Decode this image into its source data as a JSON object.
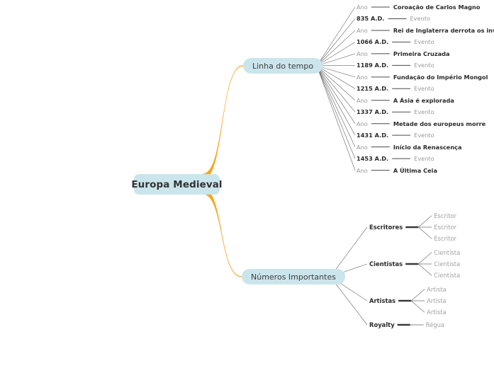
{
  "diagram": {
    "type": "mind-map",
    "root": {
      "label": "Europa Medieval"
    },
    "colors": {
      "node_fill": "#cbe5ec",
      "root_branch_connector": "#f5a623",
      "sub_connector": "#6e6e6e",
      "text_dark": "#2b2b2b",
      "text_muted": "#9a9a9a"
    },
    "branches": [
      {
        "label": "Linha do tempo",
        "children": [
          {
            "left": "Ano",
            "left_style": "muted",
            "right": "Coroação de Carlos Magno",
            "right_style": "dark"
          },
          {
            "left": "835 A.D.",
            "left_style": "dark",
            "right": "Evento",
            "right_style": "muted"
          },
          {
            "left": "Ano",
            "left_style": "muted",
            "right": "Rei de Inglaterra derrota os invasores",
            "right_style": "dark"
          },
          {
            "left": "1066 A.D.",
            "left_style": "dark",
            "right": "Evento",
            "right_style": "muted"
          },
          {
            "left": "Ano",
            "left_style": "muted",
            "right": "Primeira Cruzada",
            "right_style": "dark"
          },
          {
            "left": "1189 A.D.",
            "left_style": "dark",
            "right": "Evento",
            "right_style": "muted"
          },
          {
            "left": "Ano",
            "left_style": "muted",
            "right": "Fundação do Império Mongol",
            "right_style": "dark"
          },
          {
            "left": "1215 A.D.",
            "left_style": "dark",
            "right": "Evento",
            "right_style": "muted"
          },
          {
            "left": "Ano",
            "left_style": "muted",
            "right": "A Ásia é explorada",
            "right_style": "dark"
          },
          {
            "left": "1337 A.D.",
            "left_style": "dark",
            "right": "Evento",
            "right_style": "muted"
          },
          {
            "left": "Ano",
            "left_style": "muted",
            "right": "Metade dos europeus morre",
            "right_style": "dark"
          },
          {
            "left": "1431 A.D.",
            "left_style": "dark",
            "right": "Evento",
            "right_style": "muted"
          },
          {
            "left": "Ano",
            "left_style": "muted",
            "right": "Início da Renascença",
            "right_style": "dark"
          },
          {
            "left": "1453 A.D.",
            "left_style": "dark",
            "right": "Evento",
            "right_style": "muted"
          },
          {
            "left": "Ano",
            "left_style": "muted",
            "right": "A Última Ceia",
            "right_style": "dark"
          }
        ]
      },
      {
        "label": "Números Importantes",
        "groups": [
          {
            "label": "Escritores",
            "leaves": [
              "Escritor",
              "Escritor",
              "Escritor"
            ]
          },
          {
            "label": "Cientistas",
            "leaves": [
              "Cientista",
              "Cientista",
              "Cientista"
            ]
          },
          {
            "label": "Artistas",
            "leaves": [
              "Artista",
              "Artista",
              "Artista"
            ]
          },
          {
            "label": "Royalty",
            "leaves": [
              "Régua"
            ]
          }
        ]
      }
    ]
  }
}
